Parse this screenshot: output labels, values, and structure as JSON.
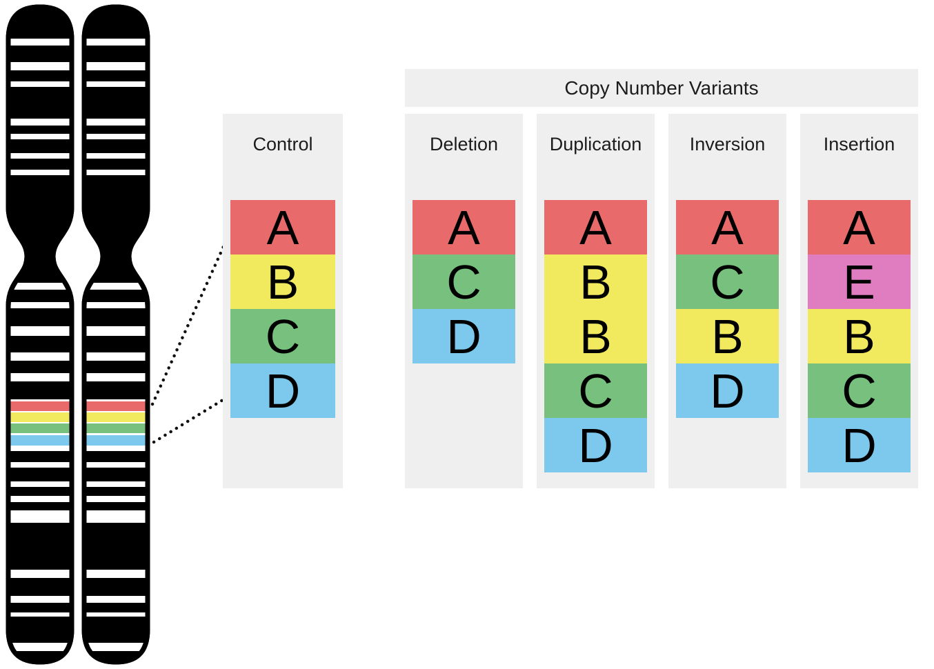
{
  "header": {
    "title": "Copy Number Variants"
  },
  "colors": {
    "panel_background": "#efefef",
    "segment_a": "#e96a6a",
    "segment_b": "#f2ea5e",
    "segment_c": "#77c07e",
    "segment_d": "#7dc9ee",
    "segment_e": "#e07cc0",
    "chromosome_ink": "#000000"
  },
  "panels": {
    "control": {
      "label": "Control",
      "segments": [
        {
          "letter": "A",
          "color": "#e96a6a"
        },
        {
          "letter": "B",
          "color": "#f2ea5e"
        },
        {
          "letter": "C",
          "color": "#77c07e"
        },
        {
          "letter": "D",
          "color": "#7dc9ee"
        }
      ]
    },
    "deletion": {
      "label": "Deletion",
      "segments": [
        {
          "letter": "A",
          "color": "#e96a6a"
        },
        {
          "letter": "C",
          "color": "#77c07e"
        },
        {
          "letter": "D",
          "color": "#7dc9ee"
        }
      ]
    },
    "duplication": {
      "label": "Duplication",
      "segments": [
        {
          "letter": "A",
          "color": "#e96a6a"
        },
        {
          "letter": "B",
          "color": "#f2ea5e"
        },
        {
          "letter": "B",
          "color": "#f2ea5e"
        },
        {
          "letter": "C",
          "color": "#77c07e"
        },
        {
          "letter": "D",
          "color": "#7dc9ee"
        }
      ]
    },
    "inversion": {
      "label": "Inversion",
      "segments": [
        {
          "letter": "A",
          "color": "#e96a6a"
        },
        {
          "letter": "C",
          "color": "#77c07e"
        },
        {
          "letter": "B",
          "color": "#f2ea5e"
        },
        {
          "letter": "D",
          "color": "#7dc9ee"
        }
      ]
    },
    "insertion": {
      "label": "Insertion",
      "segments": [
        {
          "letter": "A",
          "color": "#e96a6a"
        },
        {
          "letter": "E",
          "color": "#e07cc0"
        },
        {
          "letter": "B",
          "color": "#f2ea5e"
        },
        {
          "letter": "C",
          "color": "#77c07e"
        },
        {
          "letter": "D",
          "color": "#7dc9ee"
        }
      ]
    }
  },
  "chromosome_bands": {
    "colors": [
      "#e96a6a",
      "#f2ea5e",
      "#77c07e",
      "#7dc9ee"
    ]
  }
}
